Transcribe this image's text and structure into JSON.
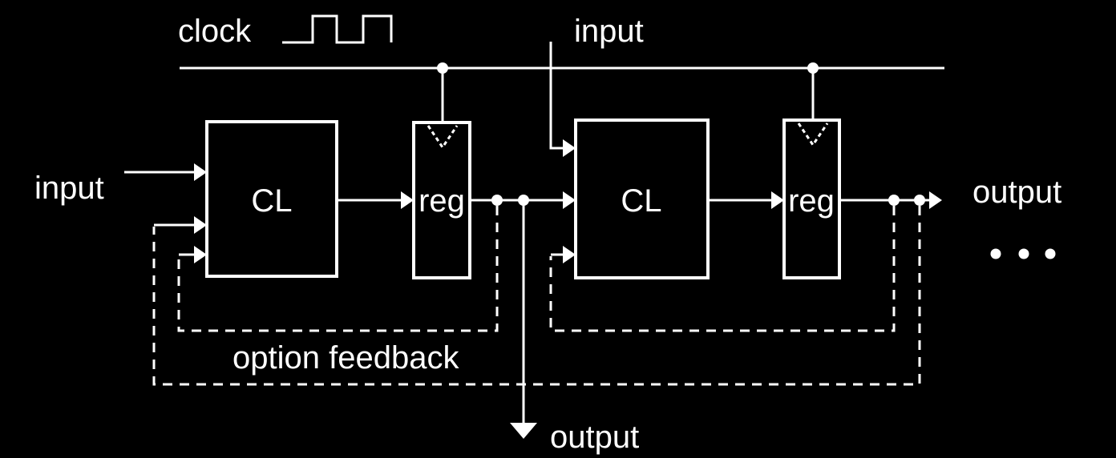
{
  "colors": {
    "background": "#000000",
    "foreground": "#ffffff"
  },
  "clock": {
    "label": "clock"
  },
  "inputs": {
    "top_label": "input",
    "left_label": "input"
  },
  "stages": [
    {
      "cl_label": "CL",
      "reg_label": "reg"
    },
    {
      "cl_label": "CL",
      "reg_label": "reg"
    }
  ],
  "outputs": {
    "right_label": "output",
    "bottom_label": "output",
    "continuation": "..."
  },
  "feedback": {
    "caption": "option feedback"
  },
  "icons": {
    "clock_waveform_icon": "square-wave",
    "reg_clock_triangle_icon": "dashed-v-chevron",
    "junction_dot_icon": "filled-circle",
    "arrowhead_icon": "filled-triangle",
    "continuation_dots_icon": "three-dots-ellipsis"
  }
}
